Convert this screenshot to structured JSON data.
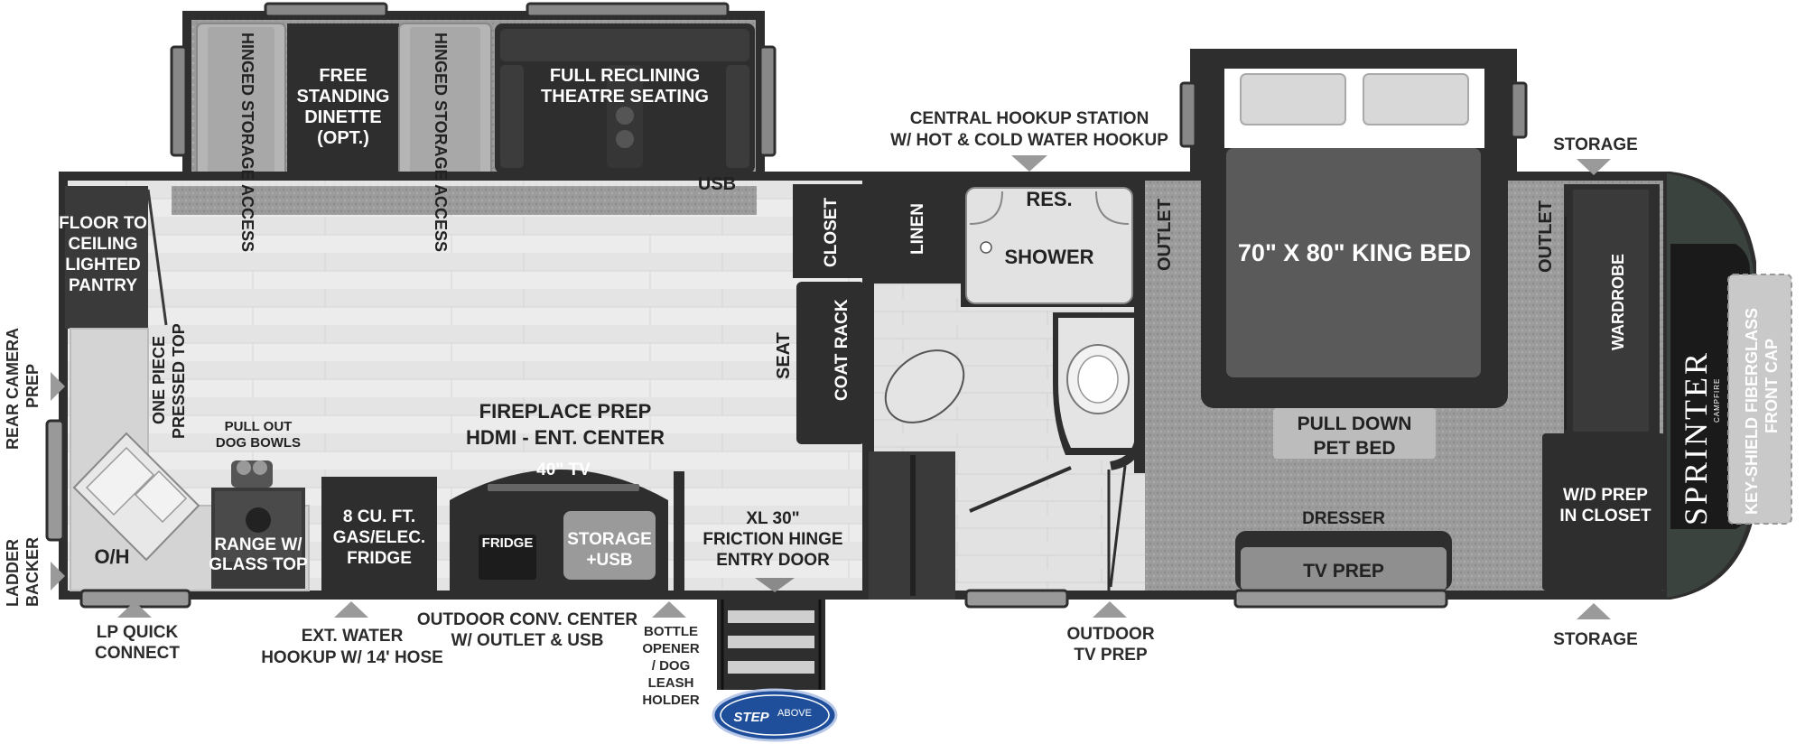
{
  "labels": {
    "hinged_storage_left": "HINGED STORAGE ACCESS",
    "hinged_storage_right": "HINGED STORAGE ACCESS",
    "dinette": [
      "FREE",
      "STANDING",
      "DINETTE",
      "(OPT.)"
    ],
    "theatre": [
      "FULL RECLINING",
      "THEATRE SEATING"
    ],
    "usb": "USB",
    "pantry": [
      "FLOOR TO",
      "CEILING",
      "LIGHTED",
      "PANTRY"
    ],
    "rear_camera": [
      "REAR CAMERA",
      "PREP"
    ],
    "ladder": [
      "LADDER",
      "BACKER"
    ],
    "pressed_top": [
      "ONE PIECE",
      "PRESSED TOP"
    ],
    "dog_bowls": [
      "PULL OUT",
      "DOG BOWLS"
    ],
    "oh": "O/H",
    "range": [
      "RANGE W/",
      "GLASS TOP"
    ],
    "fridge_main": [
      "8 CU. FT.",
      "GAS/ELEC.",
      "FRIDGE"
    ],
    "fireplace": [
      "FIREPLACE PREP",
      "HDMI - ENT. CENTER"
    ],
    "tv40": "40\" TV",
    "fridge_small": "FRIDGE",
    "storage_usb": [
      "STORAGE",
      "+USB"
    ],
    "entry_door": [
      "XL 30\"",
      "FRICTION HINGE",
      "ENTRY DOOR"
    ],
    "seat": "SEAT",
    "closet": "CLOSET",
    "coat_rack": "COAT RACK",
    "linen": "LINEN",
    "shower": [
      "RES.",
      "SHOWER"
    ],
    "hookup_station": [
      "CENTRAL HOOKUP STATION",
      "W/ HOT & COLD WATER HOOKUP"
    ],
    "outlet_left": "OUTLET",
    "outlet_right": "OUTLET",
    "king_bed": "70\" X 80\" KING BED",
    "pet_bed": [
      "PULL DOWN",
      "PET BED"
    ],
    "dresser": "DRESSER",
    "tv_prep": "TV PREP",
    "storage_top": "STORAGE",
    "storage_bottom": "STORAGE",
    "wardrobe": "WARDROBE",
    "wd_prep": [
      "W/D PREP",
      "IN CLOSET"
    ],
    "brand": "SPRINTER",
    "brand_sub": "CAMPFIRE",
    "front_cap": [
      "KEY-SHIELD FIBERGLASS",
      "FRONT CAP"
    ],
    "lp": [
      "LP QUICK",
      "CONNECT"
    ],
    "ext_water": [
      "EXT. WATER",
      "HOOKUP W/ 14' HOSE"
    ],
    "outdoor_conv": [
      "OUTDOOR CONV. CENTER",
      "W/ OUTLET & USB"
    ],
    "bottle_opener": [
      "BOTTLE",
      "OPENER",
      "/ DOG",
      "LEASH",
      "HOLDER"
    ],
    "outdoor_tv": [
      "OUTDOOR",
      "TV PREP"
    ],
    "step_logo": [
      "STEP",
      "ABOVE"
    ]
  },
  "colors": {
    "wall": "#2e2e2e",
    "floor_light": "#e9e9e9",
    "carpet": "#9a9a9a",
    "fixture_dark": "#3a3a3a",
    "cap_dark": "#3b433e",
    "logo_blue": "#1f4f9a"
  }
}
